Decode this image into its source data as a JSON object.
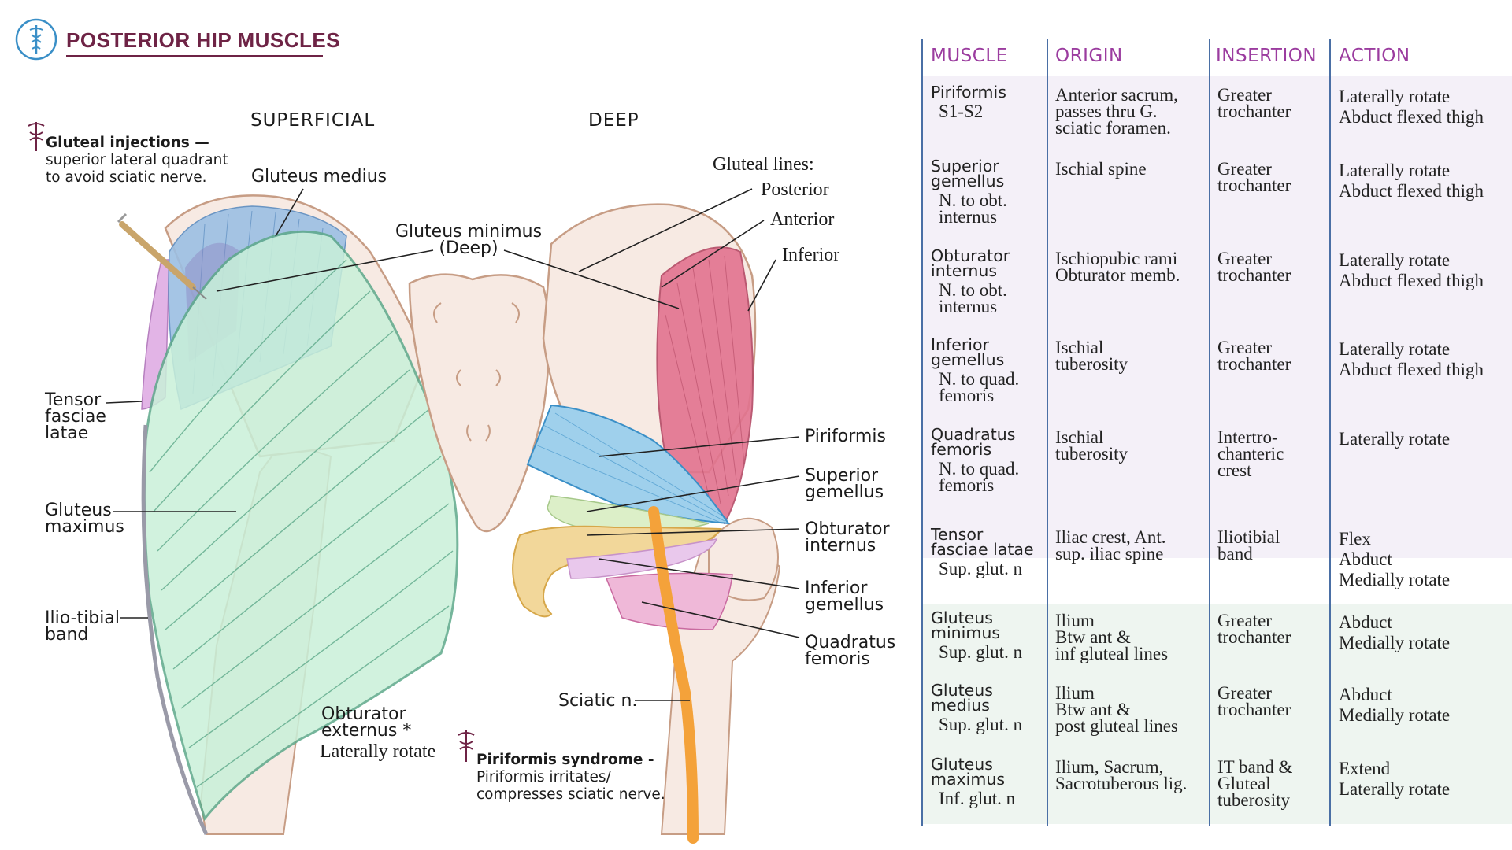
{
  "title": "POSTERIOR HIP MUSCLES",
  "colors": {
    "title": "#6e2345",
    "header": "#9b3c9f",
    "divider": "#4a6fa5",
    "band_purple": "#f4f0f8",
    "band_green": "#eef5f0",
    "gluteus_maximus": "#c9f0d9",
    "gluteus_medius": "#9cbfe3",
    "gluteus_minimus_deep": "#e2738f",
    "piriformis": "#9fd0ec",
    "obturator_internus": "#f2d79a",
    "quadratus_femoris": "#efb8d8",
    "sciatic_nerve": "#f4a23a",
    "tensor_fasciae_latae": "#e2b4e6",
    "bone": "#f7eae3"
  },
  "diagram": {
    "superficial_label": "SUPERFICIAL",
    "deep_label": "DEEP",
    "left_labels": {
      "gluteus_medius": "Gluteus medius",
      "gluteus_minimus": [
        "Gluteus minimus",
        "(Deep)"
      ],
      "tensor": [
        "Tensor",
        "fasciae",
        "latae"
      ],
      "gluteus_maximus": [
        "Gluteus",
        "maximus"
      ],
      "iliotibial": [
        "Ilio-tibial",
        "band"
      ],
      "obturator_externus": [
        "Obturator",
        "externus *"
      ],
      "obturator_externus_action": "Laterally rotate"
    },
    "right_labels": {
      "gluteal_lines": "Gluteal lines:",
      "posterior": "Posterior",
      "anterior": "Anterior",
      "inferior": "Inferior",
      "piriformis": "Piriformis",
      "superior_gemellus": [
        "Superior",
        "gemellus"
      ],
      "obturator_internus": [
        "Obturator",
        "internus"
      ],
      "inferior_gemellus": [
        "Inferior",
        "gemellus"
      ],
      "quadratus_femoris": [
        "Quadratus",
        "femoris"
      ],
      "sciatic": "Sciatic n."
    },
    "note_injection": {
      "title": "Gluteal injections —",
      "lines": [
        "superior lateral quadrant",
        "to avoid sciatic nerve."
      ]
    },
    "note_piriformis": {
      "title": "Piriformis syndrome -",
      "lines": [
        "Piriformis irritates/",
        "compresses sciatic nerve."
      ]
    }
  },
  "table": {
    "headers": [
      "MUSCLE",
      "ORIGIN",
      "INSERTION",
      "ACTION"
    ],
    "rows": [
      {
        "muscle": [
          "Piriformis"
        ],
        "nerve": [
          "S1-S2"
        ],
        "origin": [
          "Anterior sacrum,",
          "passes thru G.",
          "sciatic foramen."
        ],
        "insertion": [
          "Greater",
          "trochanter"
        ],
        "action": [
          "Laterally rotate",
          "Abduct flexed thigh"
        ]
      },
      {
        "muscle": [
          "Superior",
          "gemellus"
        ],
        "nerve": [
          "N. to obt.",
          "internus"
        ],
        "origin": [
          "Ischial spine"
        ],
        "insertion": [
          "Greater",
          "trochanter"
        ],
        "action": [
          "Laterally rotate",
          "Abduct flexed thigh"
        ]
      },
      {
        "muscle": [
          "Obturator",
          "internus"
        ],
        "nerve": [
          "N. to obt.",
          "internus"
        ],
        "origin": [
          "Ischiopubic rami",
          "Obturator memb."
        ],
        "insertion": [
          "Greater",
          "trochanter"
        ],
        "action": [
          "Laterally rotate",
          "Abduct flexed thigh"
        ]
      },
      {
        "muscle": [
          "Inferior",
          "gemellus"
        ],
        "nerve": [
          "N. to quad.",
          "femoris"
        ],
        "origin": [
          "Ischial",
          "tuberosity"
        ],
        "insertion": [
          "Greater",
          "trochanter"
        ],
        "action": [
          "Laterally rotate",
          "Abduct flexed thigh"
        ]
      },
      {
        "muscle": [
          "Quadratus",
          "femoris"
        ],
        "nerve": [
          "N. to quad.",
          "femoris"
        ],
        "origin": [
          "Ischial",
          "tuberosity"
        ],
        "insertion": [
          "Intertro-",
          "chanteric",
          "crest"
        ],
        "action": [
          "Laterally rotate"
        ]
      },
      {
        "muscle": [
          "Tensor",
          "fasciae latae"
        ],
        "nerve": [
          "Sup. glut. n"
        ],
        "origin": [
          "Iliac crest, Ant.",
          "sup. iliac spine"
        ],
        "insertion": [
          "Iliotibial",
          "band"
        ],
        "action": [
          "Flex",
          "Abduct",
          "Medially rotate"
        ]
      },
      {
        "muscle": [
          "Gluteus",
          "minimus"
        ],
        "nerve": [
          "Sup. glut. n"
        ],
        "origin": [
          "Ilium",
          "Btw ant &",
          "inf gluteal lines"
        ],
        "insertion": [
          "Greater",
          "trochanter"
        ],
        "action": [
          "Abduct",
          "Medially rotate"
        ]
      },
      {
        "muscle": [
          "Gluteus",
          "medius"
        ],
        "nerve": [
          "Sup. glut. n"
        ],
        "origin": [
          "Ilium",
          "Btw ant &",
          "post gluteal lines"
        ],
        "insertion": [
          "Greater",
          "trochanter"
        ],
        "action": [
          "Abduct",
          "Medially rotate"
        ]
      },
      {
        "muscle": [
          "Gluteus",
          "maximus"
        ],
        "nerve": [
          "Inf. glut. n"
        ],
        "origin": [
          "Ilium, Sacrum,",
          "Sacrotuberous lig."
        ],
        "insertion": [
          "IT band &",
          "Gluteal",
          "tuberosity"
        ],
        "action": [
          "Extend",
          "Laterally rotate"
        ]
      }
    ]
  }
}
